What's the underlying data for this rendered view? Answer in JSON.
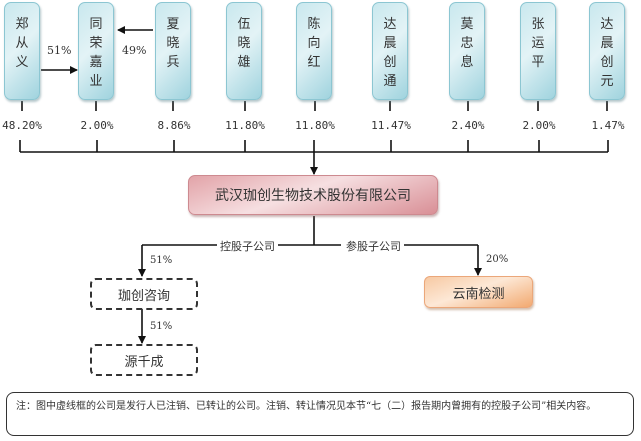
{
  "shareholders": [
    {
      "name": [
        "郑",
        "从",
        "义"
      ],
      "pct": "48.20%"
    },
    {
      "name": [
        "同",
        "荣",
        "嘉",
        "业"
      ],
      "pct": "2.00%"
    },
    {
      "name": [
        "夏",
        "晓",
        "兵"
      ],
      "pct": "8.86%"
    },
    {
      "name": [
        "伍",
        "晓",
        "雄"
      ],
      "pct": "11.80%"
    },
    {
      "name": [
        "陈",
        "向",
        "红"
      ],
      "pct": "11.80%"
    },
    {
      "name": [
        "达",
        "晨",
        "创",
        "通"
      ],
      "pct": "11.47%"
    },
    {
      "name": [
        "莫",
        "忠",
        "息"
      ],
      "pct": "2.40%"
    },
    {
      "name": [
        "张",
        "运",
        "平"
      ],
      "pct": "2.00%"
    },
    {
      "name": [
        "达",
        "晨",
        "创",
        "元"
      ],
      "pct": "1.47%"
    }
  ],
  "cross_holdings": {
    "zheng_to_tongrong": "51%",
    "xia_to_tongrong": "49%"
  },
  "company": "武汉珈创生物技术股份有限公司",
  "branches": {
    "holding_label": "控股子公司",
    "participating_label": "参股子公司"
  },
  "subsidiaries": {
    "jiachuang_consulting": {
      "name": "珈创咨询",
      "pct": "51%"
    },
    "yuanqiancheng": {
      "name": "源千成",
      "pct": "51%"
    },
    "yunnan_testing": {
      "name": "云南检测",
      "pct": "20%"
    }
  },
  "note": "注：图中虚线框的公司是发行人已注销、已转让的公司。注销、转让情况见本节“七（二）报告期内曾拥有的控股子公司”相关内容。"
}
